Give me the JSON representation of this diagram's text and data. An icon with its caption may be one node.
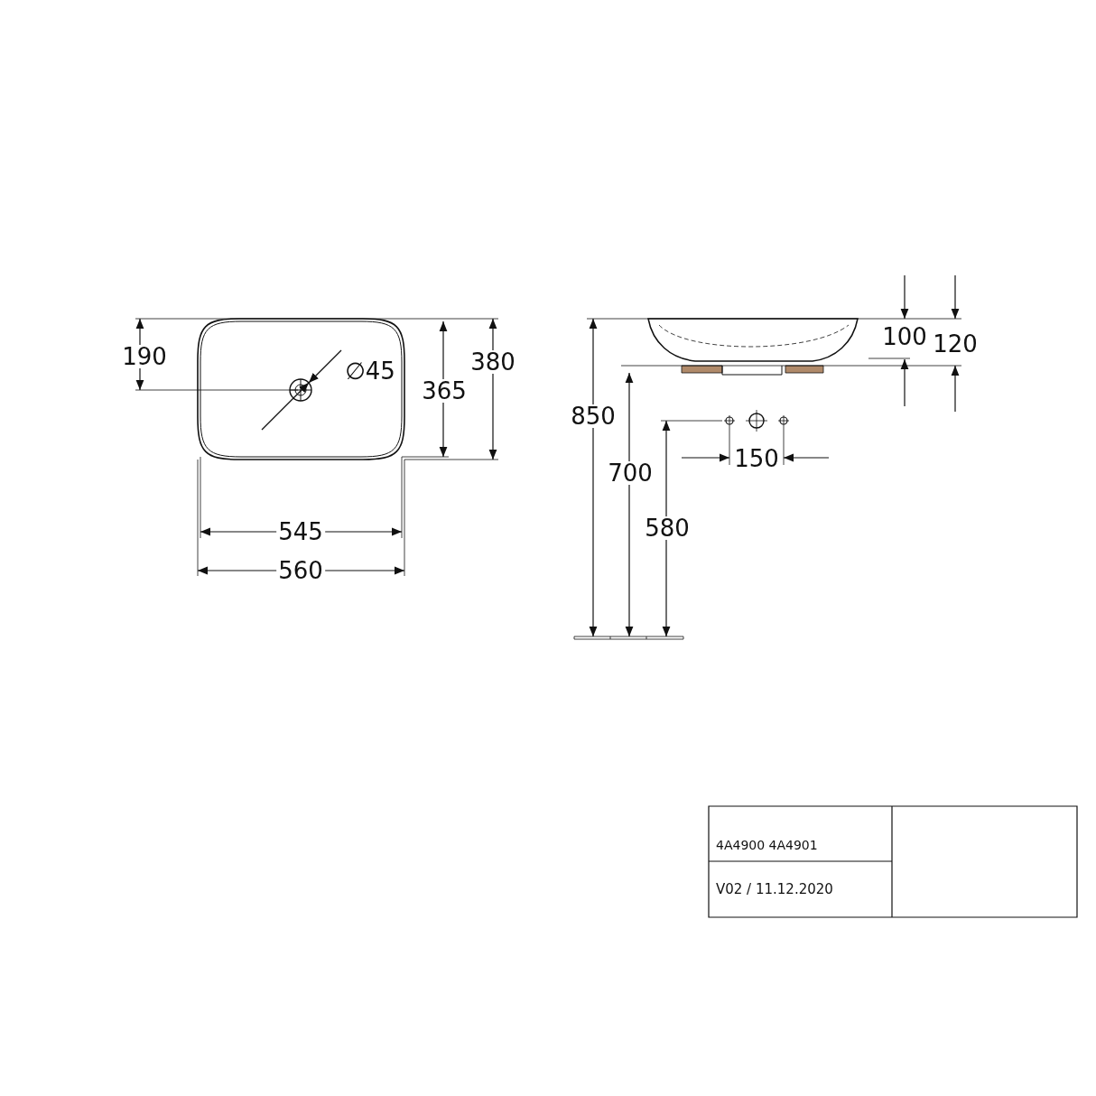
{
  "diagram": {
    "labels": [
      "190",
      "∅45",
      "365",
      "380",
      "545",
      "560",
      "850",
      "100",
      "120",
      "700",
      "150",
      "580",
      "4A4900 4A4901",
      "V02 / 11.12.2020"
    ]
  }
}
